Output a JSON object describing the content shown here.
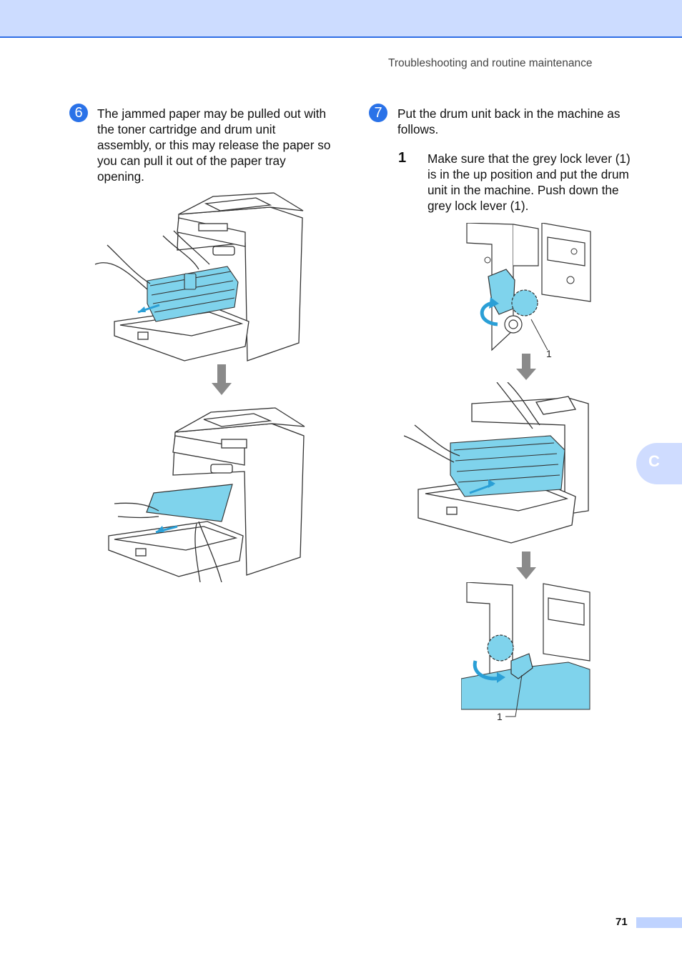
{
  "header": {
    "section_title": "Troubleshooting and routine maintenance"
  },
  "steps": [
    {
      "badge": "6",
      "text": "The jammed paper may be pulled out with the toner cartridge and drum unit assembly, or this may release the paper so you can pull it out of the paper tray opening."
    },
    {
      "badge": "7",
      "text": "Put the drum unit back in the machine as follows.",
      "substeps": [
        {
          "number": "1",
          "text": "Make sure that the grey lock lever (1) is in the up position and put the drum unit in the machine. Push down the grey lock lever (1)."
        }
      ]
    }
  ],
  "figures": {
    "callout_label": "1"
  },
  "side_tab": {
    "letter": "C"
  },
  "footer": {
    "page_number": "71"
  },
  "colors": {
    "accent": "#2a72e8",
    "header_band": "#ccdcff",
    "illustration_highlight": "#7fd3ec",
    "arrow_grey": "#8a8a8a"
  }
}
